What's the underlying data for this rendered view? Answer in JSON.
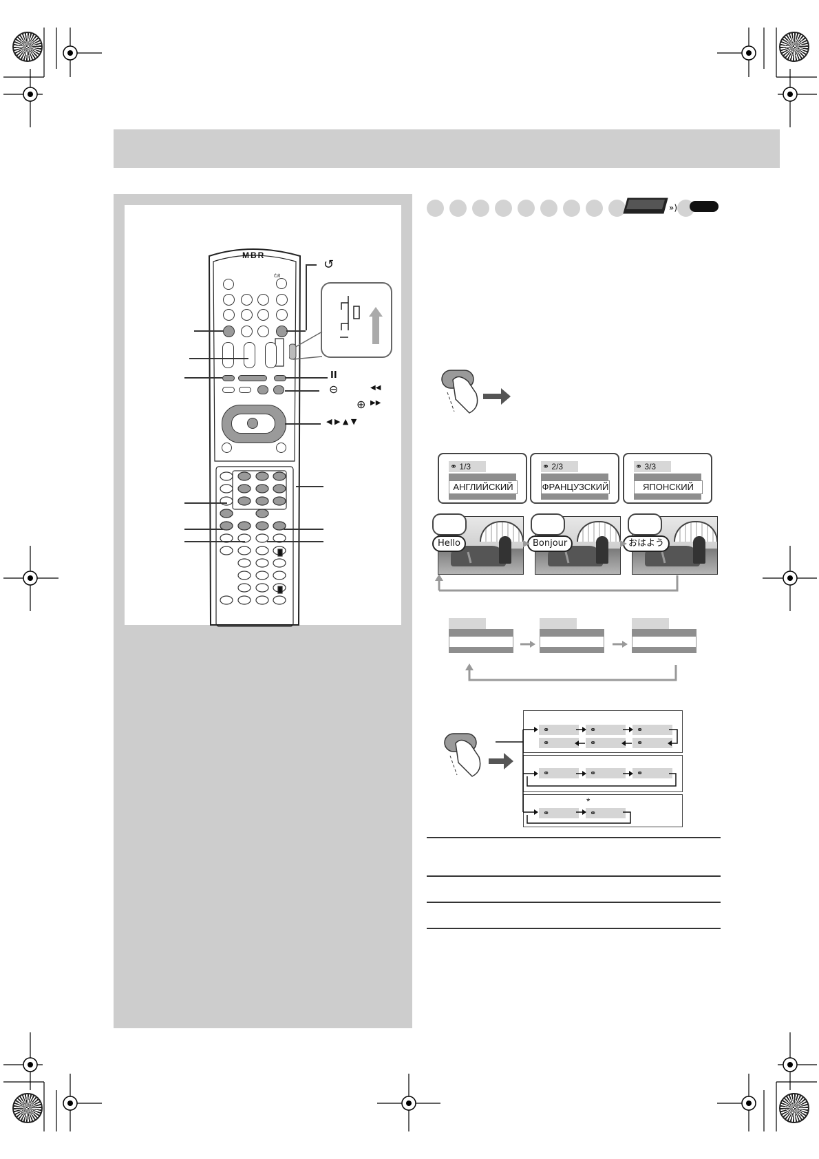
{
  "remote": {
    "logo": "MBR",
    "standby_label": "⏻/I",
    "return_icon": "↺"
  },
  "callouts": {
    "pause": "II",
    "minus": "⊖",
    "plus": "⊕",
    "rewind": "◀◀",
    "fast_forward": "▶▶",
    "cursors": "◀  ▶  ▲  ▼"
  },
  "language_screens": [
    {
      "counter": "1/3",
      "language": "АНГЛИЙСКИЙ",
      "speech": "Hello"
    },
    {
      "counter": "2/3",
      "language": "ФРАНЦУЗСКИЙ",
      "speech": "Bonjour"
    },
    {
      "counter": "3/3",
      "language": "ЯПОНСКИЙ",
      "speech": "おはよう"
    }
  ],
  "audio_cycle": {
    "asterisk": "*"
  },
  "colors": {
    "header_band": "#cfcfcf",
    "panel": "#cdcdcd",
    "button_gray": "#9a9a9a"
  }
}
